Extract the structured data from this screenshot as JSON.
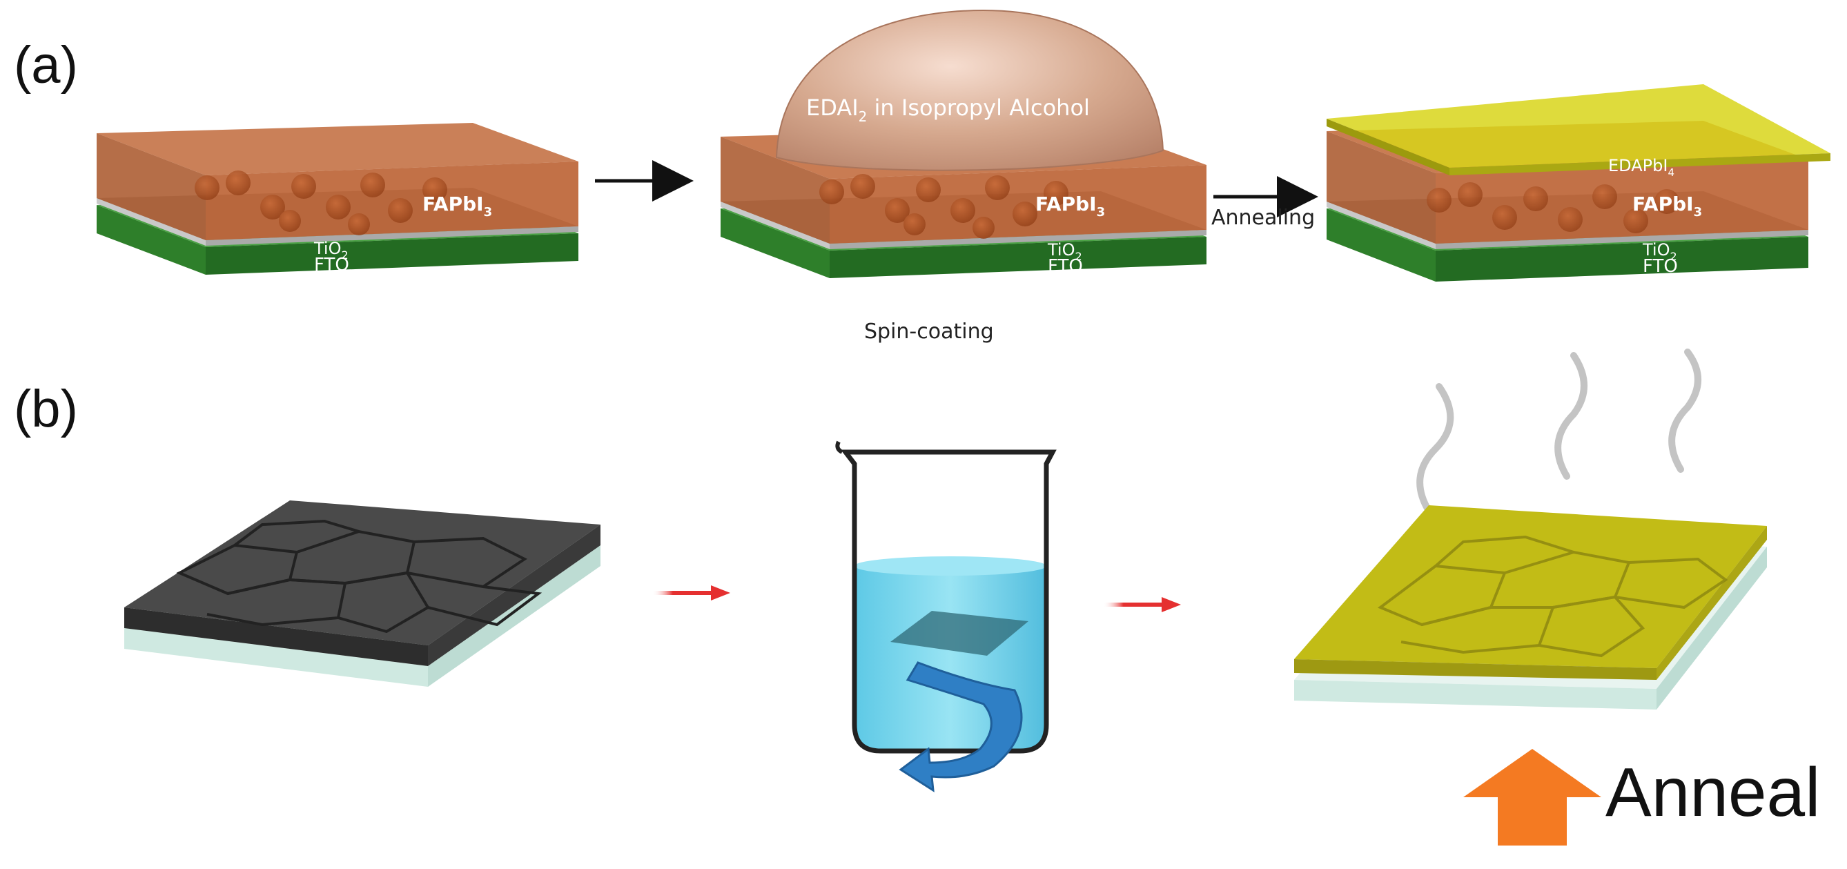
{
  "panels": {
    "a": {
      "label": "(a)",
      "layers": {
        "fto": "FTO",
        "tio2": "TiO",
        "tio2_sub": "2",
        "fapbi3": "FAPbI",
        "fapbi3_sub": "3",
        "edapbi4": "EDAPbI",
        "edapbi4_sub": "4"
      },
      "droplet_label": "EDAI",
      "droplet_label_sub": "2",
      "droplet_label_rest": " in Isopropyl Alcohol",
      "step1_caption": "Spin-coating",
      "step2_caption": "Annealing"
    },
    "b": {
      "label": "(b)",
      "anneal_label": "Anneal"
    }
  },
  "colors": {
    "perovskite": "#b4521f",
    "fto": "#2f8a2c",
    "tio2": "#c9c9c9",
    "edapbi4": "#c8c81a",
    "black_film": "#3c3c3c",
    "yellow_film": "#b9b41a",
    "glass": "#d9efe9",
    "water": "#49c8e4",
    "red_arrow": "#e53030",
    "anneal_arrow": "#f47a22",
    "rotate_arrow": "#2f7fc5"
  }
}
